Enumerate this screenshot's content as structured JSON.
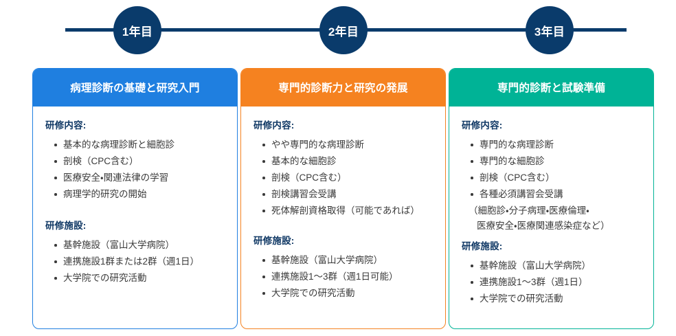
{
  "timeline": {
    "nodes": [
      {
        "label": "1年目"
      },
      {
        "label": "2年目"
      },
      {
        "label": "3年目"
      }
    ],
    "line_color": "#0a3b6b",
    "node_color": "#0a3b6b"
  },
  "columns": [
    {
      "accent": "#1f7fe0",
      "header": "病理診断の基礎と研究入門",
      "content_title": "研修内容:",
      "content_items": [
        "基本的な病理診断と細胞診",
        "剖検（CPC含む）",
        "医療安全・関連法律の学習",
        "病理学的研究の開始"
      ],
      "facility_title": "研修施設:",
      "facility_items": [
        "基幹施設（富山大学病院）",
        "連携施設1群または2群（週1日）",
        "大学院での研究活動"
      ]
    },
    {
      "accent": "#f58220",
      "header": "専門的診断力と研究の発展",
      "content_title": "研修内容:",
      "content_items": [
        "やや専門的な病理診断",
        "基本的な細胞診",
        "剖検（CPC含む）",
        "剖検講習会受講",
        "死体解剖資格取得（可能であれば）"
      ],
      "facility_title": "研修施設:",
      "facility_items": [
        "基幹施設（富山大学病院）",
        "連携施設1〜3群（週1日可能）",
        "大学院での研究活動"
      ]
    },
    {
      "accent": "#00b396",
      "header": "専門的診断と試験準備",
      "content_title": "研修内容:",
      "content_items": [
        "専門的な病理診断",
        "専門的な細胞診",
        "剖検（CPC含む）",
        "各種必須講習会受講"
      ],
      "content_note_line1": "（細胞診・分子病理・医療倫理・",
      "content_note_line2": "医療安全・医療関連感染症など）",
      "facility_title": "研修施設:",
      "facility_items": [
        "基幹施設（富山大学病院）",
        "連携施設1〜3群（週1日）",
        "大学院での研究活動"
      ]
    }
  ]
}
